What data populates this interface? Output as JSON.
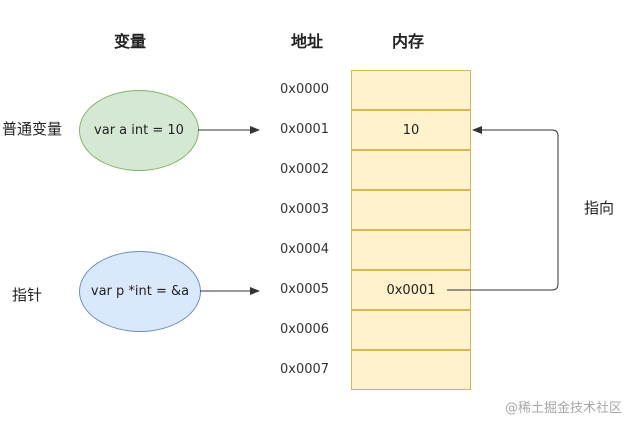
{
  "headers": {
    "variable": "变量",
    "address": "地址",
    "memory": "内存"
  },
  "labels": {
    "normal_var": "普通变量",
    "pointer": "指针",
    "points_to": "指向"
  },
  "ellipses": {
    "normal": "var a int = 10",
    "pointer": "var p *int = &a"
  },
  "addresses": [
    "0x0000",
    "0x0001",
    "0x0002",
    "0x0003",
    "0x0004",
    "0x0005",
    "0x0006",
    "0x0007"
  ],
  "memory_values": [
    "",
    "10",
    "",
    "",
    "",
    "0x0001",
    "",
    ""
  ],
  "watermark": "@稀土掘金技术社区",
  "colors": {
    "ellipse_green": "#d5e8d4",
    "ellipse_blue": "#dae8fc",
    "cell_fill": "#fff2cc",
    "cell_border": "#d6b656",
    "arrow": "#333333"
  }
}
